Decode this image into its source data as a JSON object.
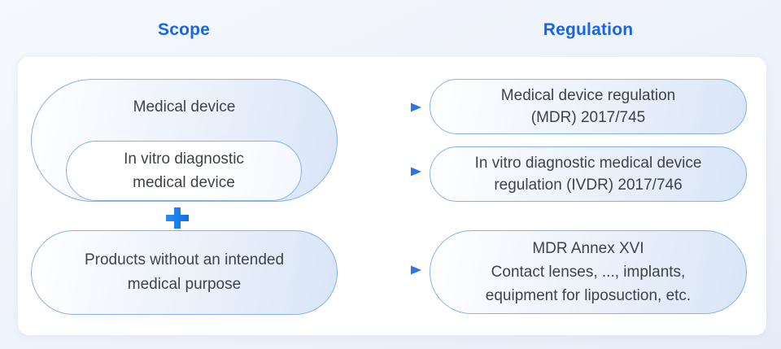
{
  "headers": {
    "scope": "Scope",
    "regulation": "Regulation"
  },
  "scope": {
    "medical_device": {
      "label": "Medical device"
    },
    "ivd": {
      "line1": "In vitro diagnostic",
      "line2": "medical device"
    },
    "plus_icon": "plus",
    "products": {
      "line1": "Products without an intended",
      "line2": "medical purpose"
    }
  },
  "regulation": {
    "mdr": {
      "line1": "Medical device regulation",
      "line2": "(MDR) 2017/745"
    },
    "ivdr": {
      "line1": "In vitro diagnostic medical device",
      "line2": "regulation (IVDR) 2017/746"
    },
    "annex": {
      "line1": "MDR Annex XVI",
      "line2": "Contact lenses, ..., implants,",
      "line3": "equipment for liposuction, etc."
    }
  },
  "colors": {
    "header_blue": "#1566ec",
    "body_text": "#3e434a",
    "pill_border": "#87b0f1",
    "pill_fill_end": "#d9e5f7",
    "arrow_blue": "#2b74ec",
    "plus_blue_start": "#2a8cf4",
    "plus_blue_end": "#0a70e6",
    "panel_bg": "#ffffff",
    "page_bg": "#eef3fa"
  }
}
